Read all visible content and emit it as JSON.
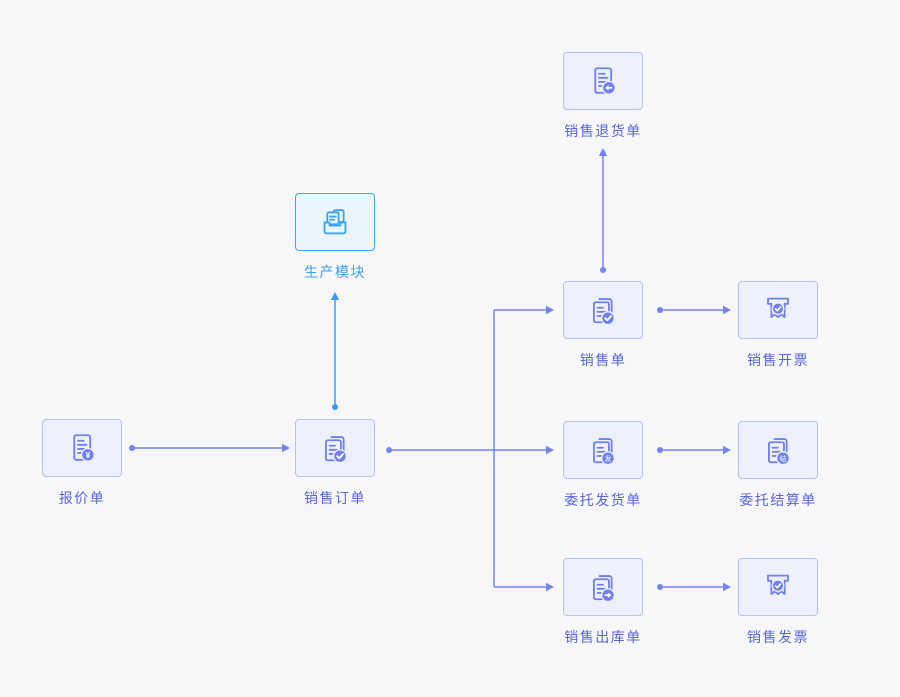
{
  "diagram": {
    "name": "sales-process-flow",
    "colors": {
      "background": "#f7f7f9",
      "card_bg": "#eef0fb",
      "card_border": "#b9c1ee",
      "icon_purple": "#7080ef",
      "label_purple": "#5a67d8",
      "arrow_purple": "#7583f2",
      "blue_card_bg": "#eaf6fe",
      "blue_border": "#42a7f0",
      "blue_accent": "#3da2f0",
      "arrow_blue": "#3d9af0"
    }
  },
  "nodes": {
    "quotation": {
      "label": "报价单",
      "icon": "document-yuan-icon"
    },
    "sales_order": {
      "label": "销售订单",
      "icon": "documents-check-icon"
    },
    "production_module": {
      "label": "生产模块",
      "icon": "inbox-documents-icon"
    },
    "sales_return": {
      "label": "销售退货单",
      "icon": "document-return-arrow-icon"
    },
    "sales_slip": {
      "label": "销售单",
      "icon": "documents-check-icon"
    },
    "sales_invoicing": {
      "label": "销售开票",
      "icon": "receipt-check-icon"
    },
    "consignment_delivery": {
      "label": "委托发货单",
      "icon": "documents-deliver-icon"
    },
    "consignment_settlement": {
      "label": "委托结算单",
      "icon": "documents-settle-icon"
    },
    "sales_outbound": {
      "label": "销售出库单",
      "icon": "documents-outbound-arrow-icon"
    },
    "sales_invoice": {
      "label": "销售发票",
      "icon": "receipt-check-icon"
    }
  },
  "badges": {
    "yuan": "¥",
    "deliver": "发",
    "settle": "结"
  },
  "connections": [
    {
      "from": "报价单",
      "to": "销售订单"
    },
    {
      "from": "销售订单",
      "to": "生产模块"
    },
    {
      "from": "销售订单",
      "to": "销售单"
    },
    {
      "from": "销售订单",
      "to": "委托发货单"
    },
    {
      "from": "销售订单",
      "to": "销售出库单"
    },
    {
      "from": "销售单",
      "to": "销售退货单"
    },
    {
      "from": "销售单",
      "to": "销售开票"
    },
    {
      "from": "委托发货单",
      "to": "委托结算单"
    },
    {
      "from": "销售出库单",
      "to": "销售发票"
    }
  ]
}
